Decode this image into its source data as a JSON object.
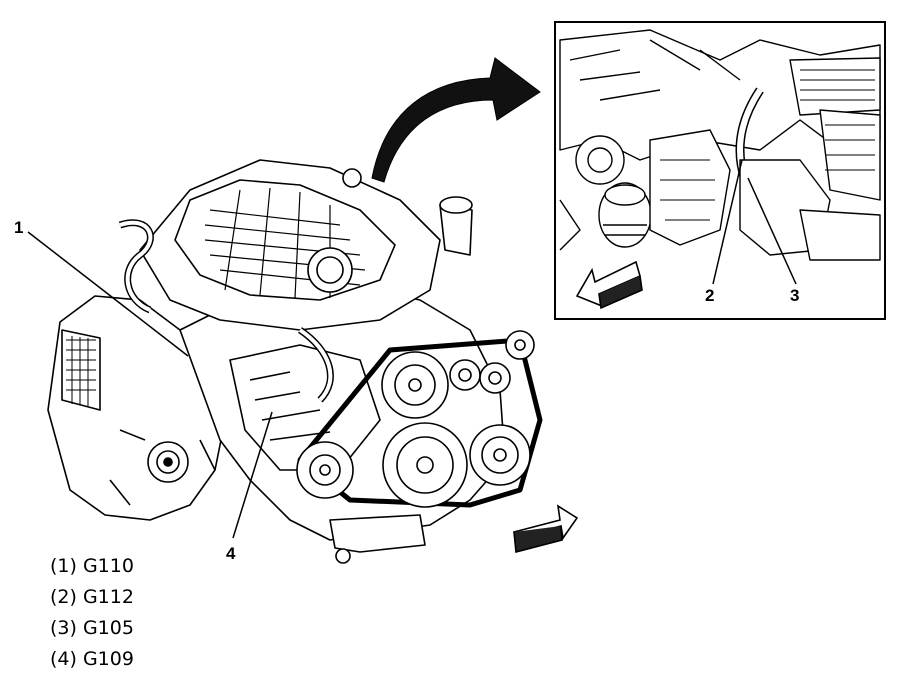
{
  "callouts": {
    "c1": "1",
    "c2": "2",
    "c3": "3",
    "c4": "4"
  },
  "legend": [
    "(1) G110",
    "(2) G112",
    "(3) G105",
    "(4) G109"
  ],
  "colors": {
    "ink": "#000000",
    "paper": "#ffffff",
    "arrow_fill": "#111111"
  },
  "icons": {
    "main_view": "engine-assembly-drawing",
    "detail_view": "ground-location-detail-drawing",
    "curved_arrow": "curved-arrow-icon",
    "direction_arrow_front": "direction-arrow-icon",
    "direction_arrow_detail": "direction-arrow-icon"
  }
}
